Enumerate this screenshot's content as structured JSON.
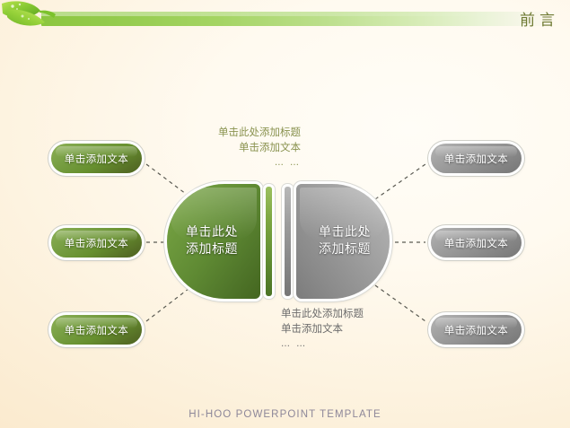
{
  "header": {
    "title": "前言",
    "leaf_icon": "leaf-icon",
    "bar_color": "#8cc63f",
    "title_color": "#6f7a33"
  },
  "center": {
    "left_shape": {
      "label_line1": "单击此处",
      "label_line2": "添加标题",
      "color": "#5f8a33"
    },
    "right_shape": {
      "label_line1": "单击此处",
      "label_line2": "添加标题",
      "color": "#9a9a9a"
    }
  },
  "left_pills": [
    {
      "label": "单击添加文本"
    },
    {
      "label": "单击添加文本"
    },
    {
      "label": "单击添加文本"
    }
  ],
  "right_pills": [
    {
      "label": "单击添加文本"
    },
    {
      "label": "单击添加文本"
    },
    {
      "label": "单击添加文本"
    }
  ],
  "top_text": {
    "title": "单击此处添加标题",
    "body": "单击添加文本",
    "dots": "… …",
    "color": "#8a9350"
  },
  "bottom_text": {
    "title": "单击此处添加标题",
    "body": "单击添加文本",
    "dots": "… …",
    "color": "#6d6d6d"
  },
  "footer": {
    "text": "HI-HOO  POWERPOINT  TEMPLATE",
    "color": "#8d8799"
  }
}
